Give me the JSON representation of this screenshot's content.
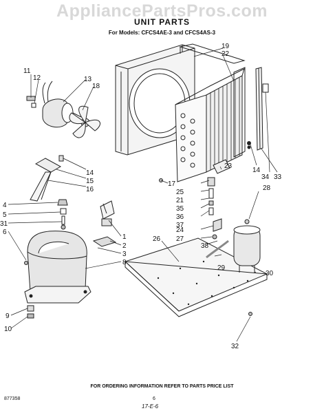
{
  "watermark": "AppliancePartsPros.com",
  "title": "UNIT PARTS",
  "subtitle": "For Models: CFCS4AE-3 and CFCS4AS-3",
  "callouts": {
    "c1": "1",
    "c2": "2",
    "c3": "3",
    "c4": "4",
    "c5": "5",
    "c6": "6",
    "c8": "8",
    "c9": "9",
    "c10": "10",
    "c11": "11",
    "c12": "12",
    "c13": "13",
    "c14a": "14",
    "c14b": "14",
    "c15": "15",
    "c16": "16",
    "c17": "17",
    "c18": "18",
    "c19": "19",
    "c21": "21",
    "c22": "22",
    "c23": "23",
    "c24": "24",
    "c25": "25",
    "c26": "26",
    "c27": "27",
    "c28": "28",
    "c29": "29",
    "c30": "30",
    "c31": "31",
    "c32": "32",
    "c33": "33",
    "c34": "34",
    "c35": "35",
    "c36": "36",
    "c37": "37",
    "c38": "38"
  },
  "footer": "FOR ORDERING INFORMATION REFER TO PARTS PRICE LIST",
  "code": "877358",
  "page_number": "6",
  "date_mark": "17-E-6"
}
